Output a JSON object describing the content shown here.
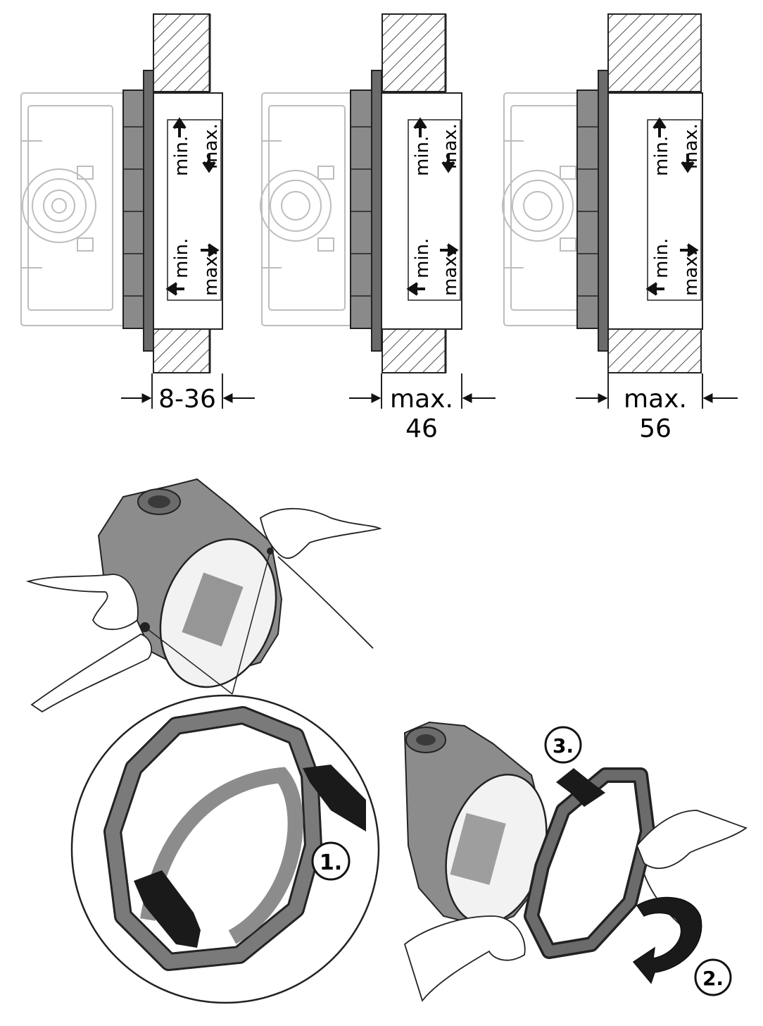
{
  "panels": [
    {
      "id": "a",
      "label_upper_left": "min.",
      "label_upper_right": "max.",
      "label_lower_left": "min.",
      "label_lower_right": "max.",
      "dimension_text": "8-36",
      "dimension_line2": ""
    },
    {
      "id": "b",
      "label_upper_left": "min.",
      "label_upper_right": "max.",
      "label_lower_left": "min.",
      "label_lower_right": "max.",
      "dimension_text": "max.",
      "dimension_line2": "46"
    },
    {
      "id": "c",
      "label_upper_left": "min.",
      "label_upper_right": "max.",
      "label_lower_left": "min.",
      "label_lower_right": "max.",
      "dimension_text": "max.",
      "dimension_line2": "56"
    }
  ],
  "steps": {
    "step1": "1.",
    "step2": "2.",
    "step3": "3."
  },
  "colors": {
    "line": "#222222",
    "light_line": "#b9b9b9",
    "dark_fill": "#6b6b6b",
    "mid_fill": "#8c8c8c",
    "label_fill": "#e8e8e8"
  }
}
